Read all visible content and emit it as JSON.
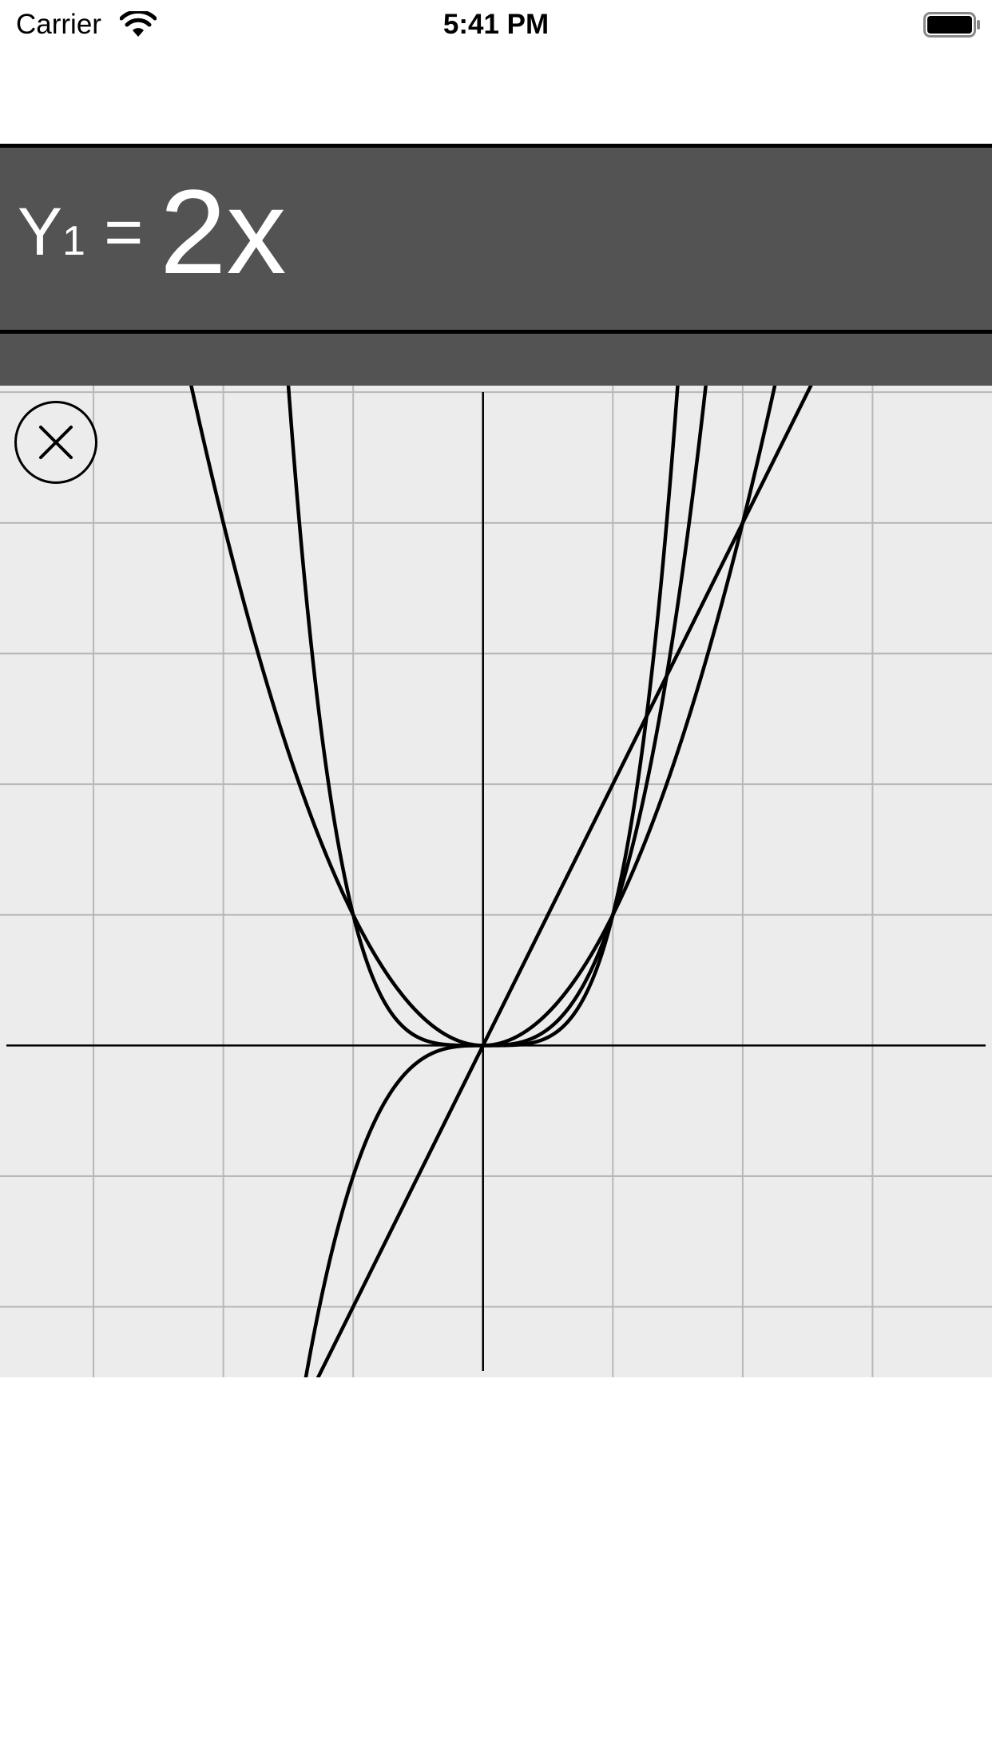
{
  "status_bar": {
    "carrier": "Carrier",
    "time": "5:41 PM",
    "icons": [
      "wifi-icon",
      "battery-icon"
    ]
  },
  "equation": {
    "label": "Y",
    "subscript": "1",
    "equals": "=",
    "expression": "2x"
  },
  "graph": {
    "close_icon": "close-icon",
    "grid": true,
    "axis_color": "#000000",
    "grid_color": "#c0c0c0",
    "background": "#ececec"
  },
  "chart_data": {
    "type": "line",
    "xlim": [
      -3.72,
      3.92
    ],
    "ylim": [
      -2.54,
      5.05
    ],
    "series": [
      {
        "expression": "2x",
        "curve": "2x"
      },
      {
        "expression": "x^2",
        "curve": "x^2"
      },
      {
        "expression": "x^3",
        "curve": "x^3"
      },
      {
        "expression": "x^4",
        "curve": "x^4"
      }
    ]
  }
}
